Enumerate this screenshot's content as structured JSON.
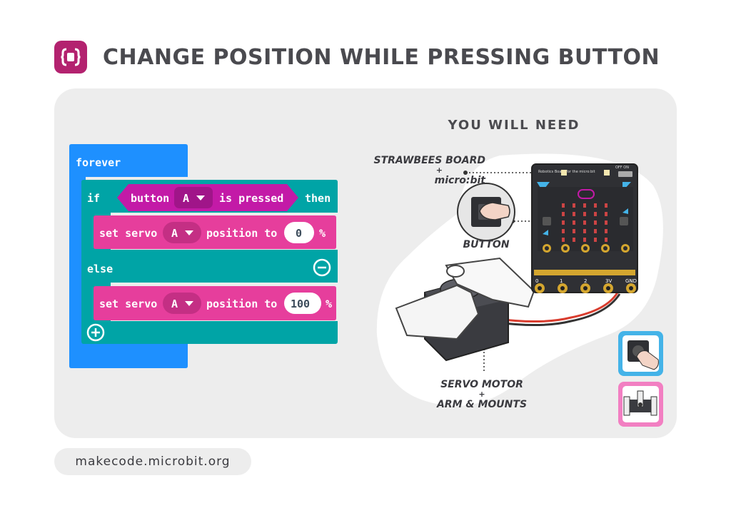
{
  "header": {
    "title": "CHANGE POSITION WHILE PRESSING BUTTON"
  },
  "code": {
    "forever": "forever",
    "if": "if",
    "button": "button",
    "button_value": "A",
    "is_pressed": "is pressed",
    "then": "then",
    "set_servo": "set servo",
    "servo_value_1": "A",
    "position_to": "position to",
    "position_value_1": "0",
    "percent": "%",
    "else": "else",
    "servo_value_2": "A",
    "position_value_2": "100"
  },
  "need": {
    "title": "YOU WILL NEED",
    "board_label_1": "STRAWBEES BOARD",
    "board_plus": "+",
    "board_label_2": "micro:bit",
    "button_label": "BUTTON",
    "servo_label_1": "SERVO MOTOR",
    "servo_plus": "+",
    "servo_label_2": "ARM & MOUNTS",
    "pins": [
      "0",
      "1",
      "2",
      "3V",
      "GND"
    ],
    "board_print": "Robotics Board for the micro:bit",
    "switch_print": "OFF ON"
  },
  "footer": {
    "url": "makecode.microbit.org"
  },
  "colors": {
    "forever": "#1e90ff",
    "logic": "#00a4a6",
    "servo": "#e63e9c",
    "input": "#c31aa7",
    "logo": "#b3226f"
  }
}
